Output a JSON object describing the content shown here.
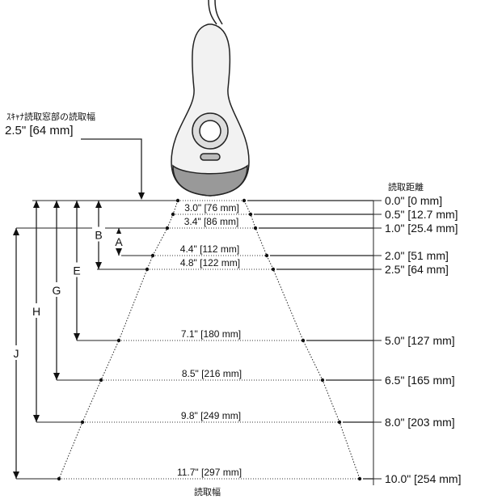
{
  "scanner_window_label": "ｽｷｬﾅ読取窓部の読取幅",
  "scanner_window_width": "2.5\" [64 mm]",
  "distance_heading": "読取距離",
  "width_heading": "読取幅",
  "distances": [
    "0.0\" [0 mm]",
    "0.5\" [12.7 mm]",
    "1.0\" [25.4 mm]",
    "2.0\" [51 mm]",
    "2.5\" [64 mm]",
    "5.0\" [127 mm]",
    "6.5\" [165 mm]",
    "8.0\" [203 mm]",
    "10.0\" [254 mm]"
  ],
  "widths": [
    "",
    "3.0\" [76 mm]",
    "3.4\" [86 mm]",
    "4.4\" [112 mm]",
    "4.8\" [122 mm]",
    "7.1\" [180 mm]",
    "8.5\" [216 mm]",
    "9.8\" [249 mm]",
    "11.7\" [297 mm]"
  ],
  "range_labels": [
    "A",
    "B",
    "E",
    "G",
    "H",
    "J"
  ]
}
